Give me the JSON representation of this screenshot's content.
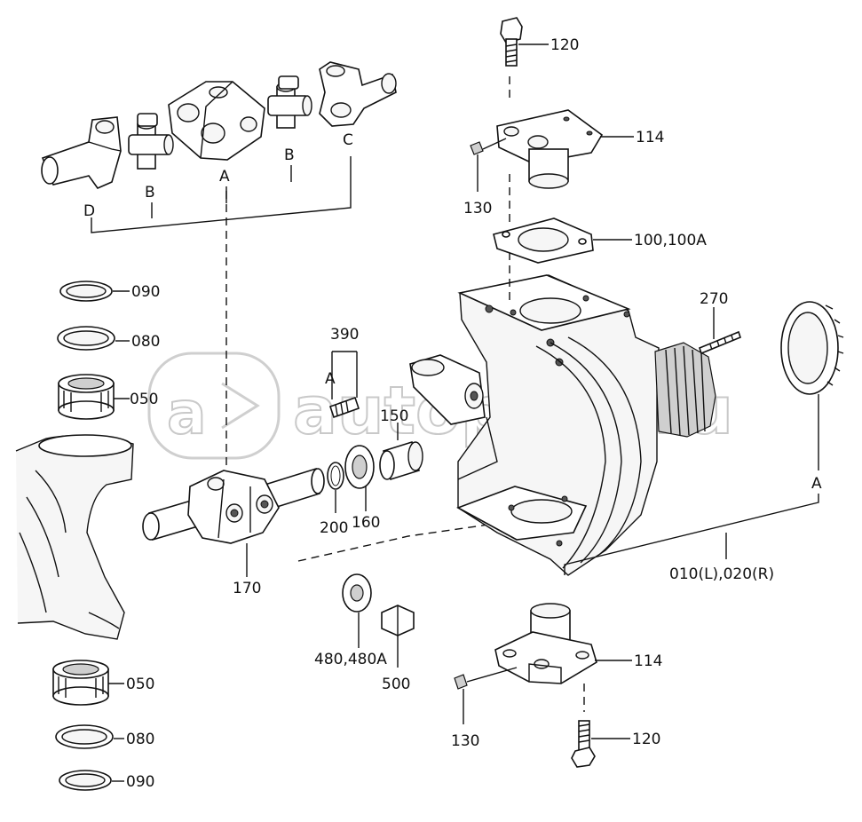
{
  "diagram": {
    "watermark": "autopiter.ru",
    "labels": {
      "p120_top": "120",
      "p114_top": "114",
      "p130_top": "130",
      "p100": "100,100A",
      "p270": "270",
      "p390": "390",
      "p390_a": "A",
      "p150": "150",
      "p090_top": "090",
      "p080_top": "080",
      "p050_top": "050",
      "p200": "200",
      "p160": "160",
      "p170": "170",
      "p480": "480,480A",
      "p500": "500",
      "p010": "010(L),020(R)",
      "a_right": "A",
      "p050_bot": "050",
      "p080_bot": "080",
      "p090_bot": "090",
      "p114_bot": "114",
      "p130_bot": "130",
      "p120_bot": "120",
      "d": "D",
      "b1": "B",
      "a_top": "A",
      "b2": "B",
      "c": "C"
    }
  }
}
